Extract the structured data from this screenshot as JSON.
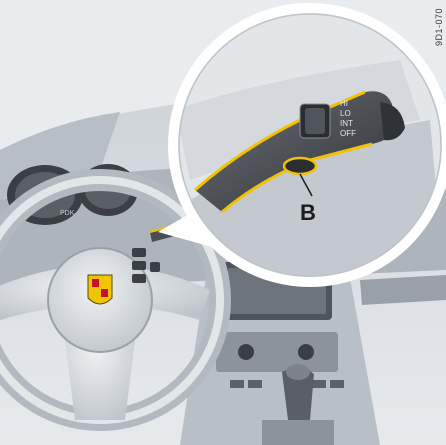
{
  "figure": {
    "code": "9D1-070",
    "callout_label": "B",
    "stalk_positions": [
      "HI",
      "LO",
      "INT",
      "OFF"
    ],
    "dash_label": "PDK",
    "colors": {
      "callout_highlight": "#f2c200",
      "cabin": "#d8dce0",
      "stalk": "#4a4e54",
      "crest": "#c8102e"
    }
  }
}
